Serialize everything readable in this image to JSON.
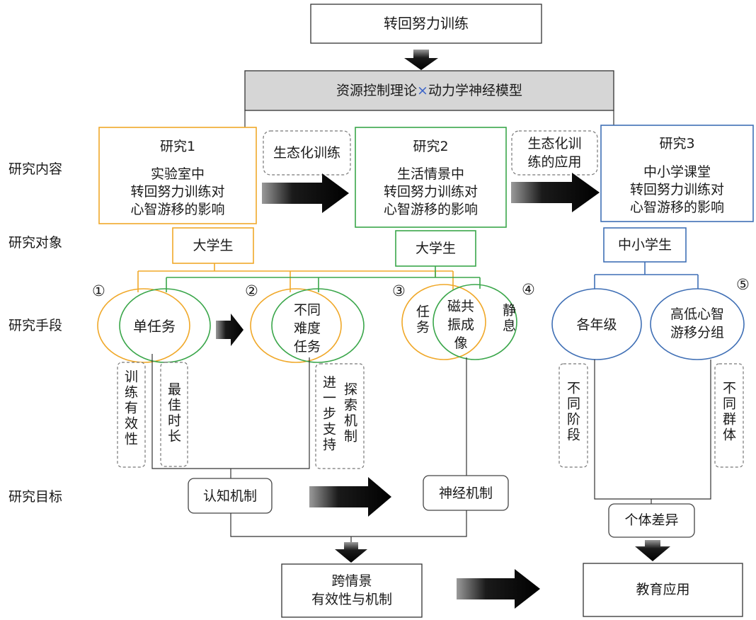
{
  "top": "转回努力训练",
  "theory": {
    "left": "资源控制理论",
    "sep": "×",
    "right": "动力学神经模型"
  },
  "labels": {
    "content": "研究内容",
    "subjects": "研究对象",
    "methods": "研究手段",
    "goals": "研究目标"
  },
  "studies": [
    {
      "title": "研究1",
      "line1": "实验室中",
      "line2": "转回努力训练对",
      "line3": "心智游移的影响",
      "color": "#f0a829"
    },
    {
      "title": "研究2",
      "line1": "生活情景中",
      "line2": "转回努力训练对",
      "line3": "心智游移的影响",
      "color": "#3aa64a"
    },
    {
      "title": "研究3",
      "line1": "中小学课堂",
      "line2": "转回努力训练对",
      "line3": "心智游移的影响",
      "color": "#3f6fb5"
    }
  ],
  "transitions": {
    "t1": "生态化训练",
    "t2a": "生态化训",
    "t2b": "练的应用"
  },
  "subjects": [
    "大学生",
    "大学生",
    "中小学生"
  ],
  "markers": [
    "①",
    "②",
    "③",
    "④",
    "⑤"
  ],
  "methods": {
    "single": "单任务",
    "diff1": "不同",
    "diff2": "难度",
    "diff3": "任务",
    "task": "任务",
    "fmri1": "磁共",
    "fmri2": "振成",
    "fmri3": "像",
    "rest": "静息",
    "grade": "各年级",
    "hilo1": "高低心智",
    "hilo2": "游移分组"
  },
  "notes": {
    "effect": "训练有效性",
    "best": "最佳时长",
    "further": "进一步支持",
    "explore": "探索机制",
    "stage": "不同阶段",
    "group": "不同群体"
  },
  "goals": {
    "cognitive": "认知机制",
    "neural": "神经机制",
    "individual": "个体差异"
  },
  "outcomes": {
    "cross1": "跨情景",
    "cross2": "有效性与机制",
    "edu": "教育应用"
  },
  "colors": {
    "orange": "#f0a829",
    "green": "#3aa64a",
    "blue": "#3f6fb5",
    "theory_fill": "#d6d6d6"
  }
}
